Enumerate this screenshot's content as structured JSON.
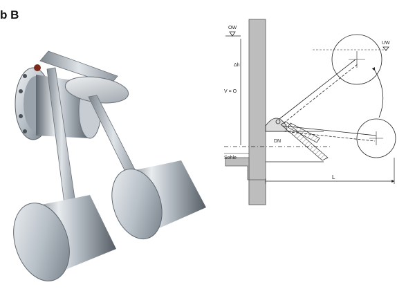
{
  "title": "b B",
  "labels": {
    "ow": "OW",
    "uw": "UW",
    "delta_h": "Δh",
    "v_zero": "V = O",
    "dn": "DN",
    "sohle": "Sohle",
    "l": "L"
  },
  "colors": {
    "steel_light": "#e4e8ec",
    "steel_mid": "#aab2ba",
    "steel_dark": "#5f6770",
    "wall_gray": "#bdbdbd",
    "line": "#222222",
    "accent_knob": "#7a2b1c"
  }
}
